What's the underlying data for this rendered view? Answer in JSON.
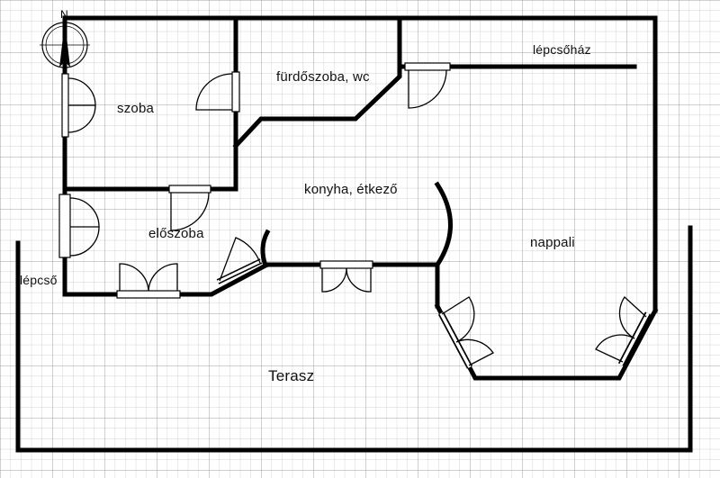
{
  "rooms": {
    "szoba": "szoba",
    "furdo": "fürdőszoba, wc",
    "lepcsohaz": "lépcsőház",
    "konyha": "konyha, étkező",
    "eloszoba": "előszoba",
    "nappali": "nappali",
    "lepcso": "lépcső",
    "terasz": "Terasz"
  },
  "compass": {
    "north": "N"
  },
  "colors": {
    "grid": "#b8b8b8",
    "wall": "#000000",
    "background": "#ffffff"
  }
}
